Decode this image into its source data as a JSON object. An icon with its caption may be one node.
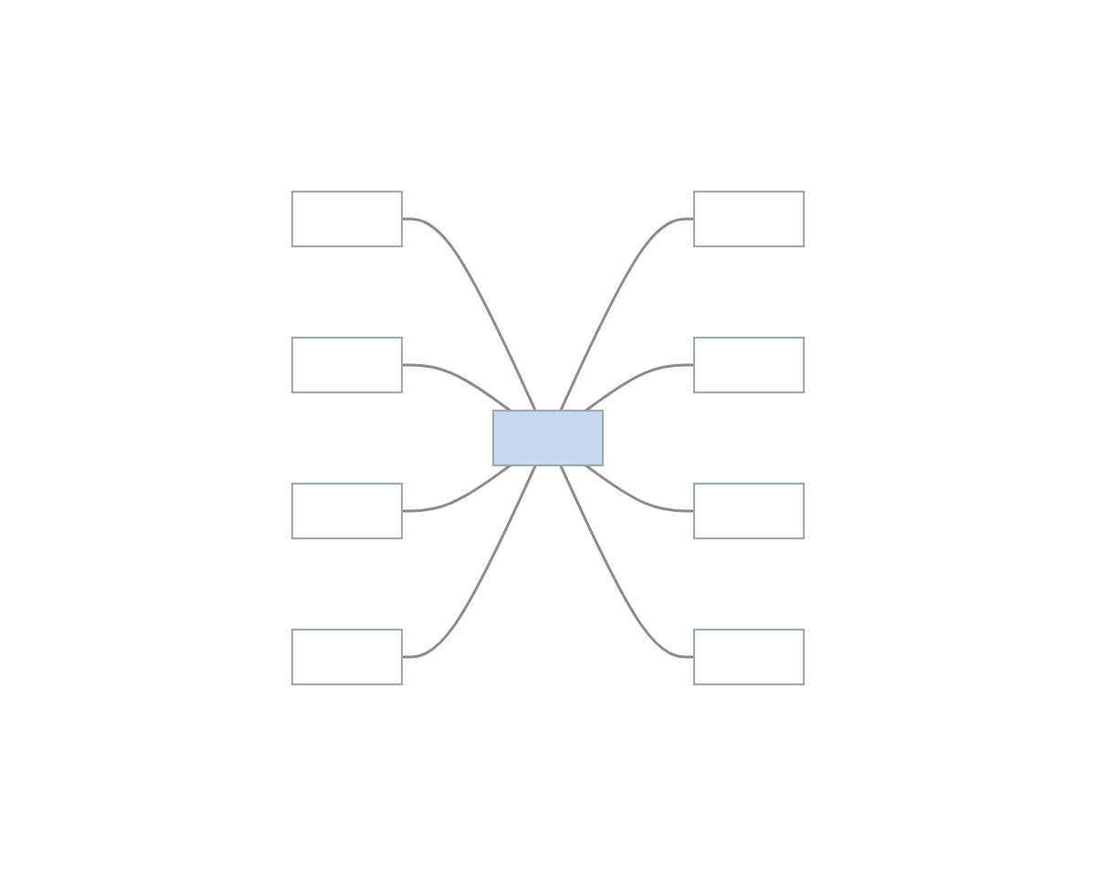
{
  "diagram": {
    "nodes": [
      {
        "text": [],
        "shape": "box"
      },
      {
        "text": [],
        "shape": "box"
      },
      {
        "text": [],
        "shape": "box"
      },
      {
        "text": [],
        "shape": "box"
      },
      {
        "text": [],
        "shape": "box"
      },
      {
        "text": [],
        "shape": "box"
      },
      {
        "text": [],
        "shape": "box"
      },
      {
        "text": [],
        "shape": "box"
      },
      {
        "text": [],
        "shape": "box"
      }
    ],
    "edges": [
      {
        "from": 1,
        "to": 0,
        "arrow": "none"
      },
      {
        "from": 2,
        "to": 0,
        "arrow": "none"
      },
      {
        "from": 3,
        "to": 0,
        "arrow": "none"
      },
      {
        "from": 4,
        "to": 0,
        "arrow": "none"
      },
      {
        "from": 0,
        "to": 5,
        "arrow": "none"
      },
      {
        "from": 0,
        "to": 6,
        "arrow": "none"
      },
      {
        "from": 0,
        "to": 7,
        "arrow": "none"
      },
      {
        "from": 0,
        "to": 8,
        "arrow": "none"
      }
    ]
  }
}
